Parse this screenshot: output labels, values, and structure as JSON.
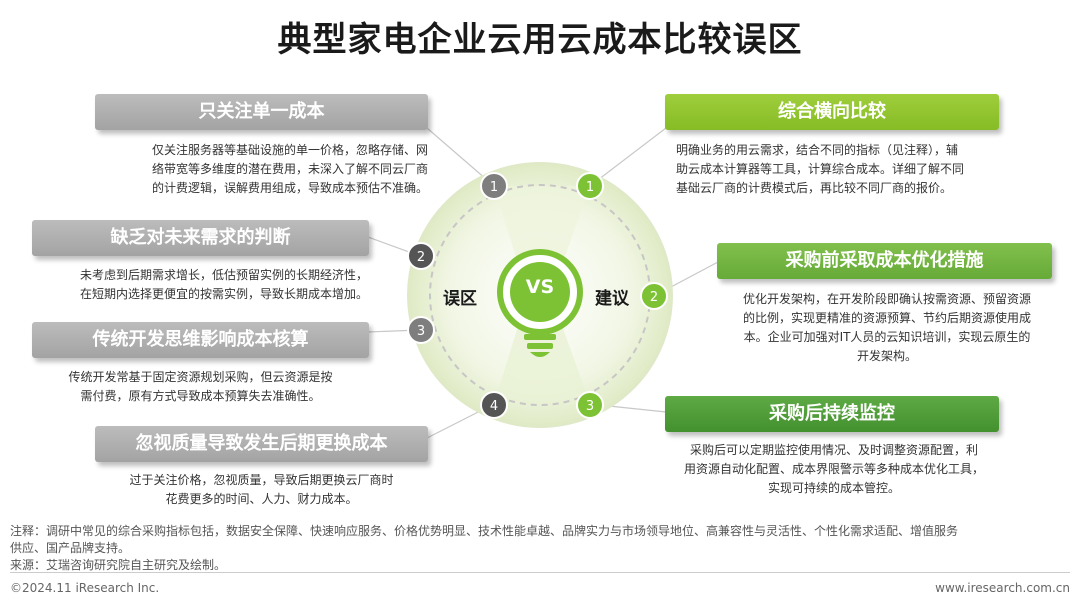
{
  "title": "典型家电企业云用云成本比较误区",
  "center": {
    "left_label": "误区",
    "right_label": "建议",
    "vs": "VS"
  },
  "misconceptions": [
    {
      "num": "1",
      "title": "只关注单一成本",
      "desc": [
        "仅关注服务器等基础设施的单一价格，忽略存储、网",
        "络带宽等多维度的潜在费用，未深入了解不同云厂商",
        "的计费逻辑，误解费用组成，导致成本预估不准确。"
      ]
    },
    {
      "num": "2",
      "title": "缺乏对未来需求的判断",
      "desc": [
        "未考虑到后期需求增长，低估预留实例的长期经济性，",
        "在短期内选择更便宜的按需实例，导致长期成本增加。"
      ]
    },
    {
      "num": "3",
      "title": "传统开发思维影响成本核算",
      "desc": [
        "传统开发常基于固定资源规划采购，但云资源是按",
        "需付费，原有方式导致成本预算失去准确性。"
      ]
    },
    {
      "num": "4",
      "title": "忽视质量导致发生后期更换成本",
      "desc": [
        "过于关注价格，忽视质量，导致后期更换云厂商时",
        "花费更多的时间、人力、财力成本。"
      ]
    }
  ],
  "suggestions": [
    {
      "num": "1",
      "title": "综合横向比较",
      "desc": [
        "明确业务的用云需求，结合不同的指标（见注释），辅",
        "助云成本计算器等工具，计算综合成本。详细了解不同",
        "基础云厂商的计费模式后，再比较不同厂商的报价。"
      ]
    },
    {
      "num": "2",
      "title": "采购前采取成本优化措施",
      "desc": [
        "优化开发架构，在开发阶段即确认按需资源、预留资源",
        "的比例，实现更精准的资源预算、节约后期资源使用成",
        "本。企业可加强对IT人员的云知识培训，实现云原生的",
        "开发架构。"
      ]
    },
    {
      "num": "3",
      "title": "采购后持续监控",
      "desc": [
        "采购后可以定期监控使用情况、及时调整资源配置，利",
        "用资源自动化配置、成本界限警示等多种成本优化工具，",
        "实现可持续的成本管控。"
      ]
    }
  ],
  "notes": [
    "注释：调研中常见的综合采购指标包括，数据安全保障、快速响应服务、价格优势明显、技术性能卓越、品牌实力与市场领导地位、高兼容性与灵活性、个性化需求适配、增值服务",
    "供应、国产品牌支持。",
    "来源：艾瑞咨询研究院自主研究及绘制。"
  ],
  "footer": {
    "left": "©2024.11 iResearch Inc.",
    "right": "www.iresearch.com.cn"
  },
  "colors": {
    "gray": "#a8a8a8",
    "light_green": "#8dc22c",
    "green": "#6ab03b",
    "dark_green": "#4a9835",
    "bulb_green": "#7dc234"
  }
}
